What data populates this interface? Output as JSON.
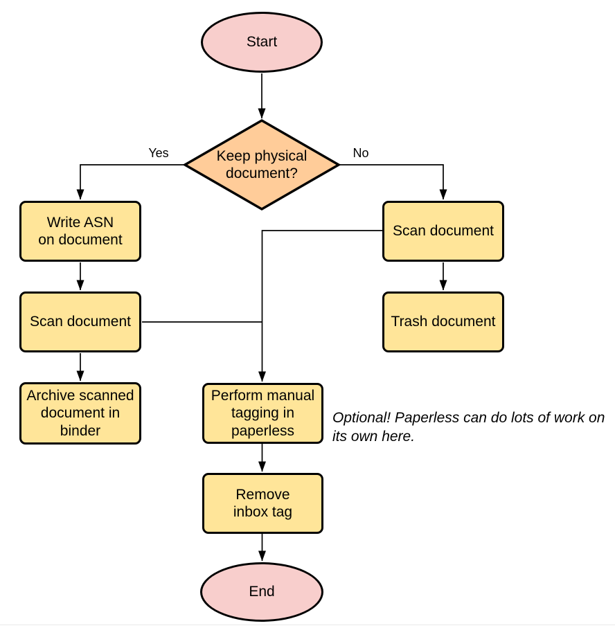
{
  "flowchart": {
    "nodes": {
      "start": {
        "label": "Start",
        "shape": "ellipse",
        "fill": "#f8cecc"
      },
      "decision": {
        "label": "Keep physical\ndocument?",
        "shape": "diamond",
        "fill": "#ffcc99"
      },
      "write_asn": {
        "label": "Write ASN\non document",
        "shape": "rect",
        "fill": "#ffe599"
      },
      "scan_left": {
        "label": "Scan document",
        "shape": "rect",
        "fill": "#ffe599"
      },
      "archive": {
        "label": "Archive scanned\ndocument in\nbinder",
        "shape": "rect",
        "fill": "#ffe599"
      },
      "scan_right": {
        "label": "Scan document",
        "shape": "rect",
        "fill": "#ffe599"
      },
      "trash": {
        "label": "Trash document",
        "shape": "rect",
        "fill": "#ffe599"
      },
      "tagging": {
        "label": "Perform manual\ntagging in\npaperless",
        "shape": "rect",
        "fill": "#ffe599"
      },
      "remove_inbox": {
        "label": "Remove\ninbox tag",
        "shape": "rect",
        "fill": "#ffe599"
      },
      "end": {
        "label": "End",
        "shape": "ellipse",
        "fill": "#f8cecc"
      }
    },
    "edge_labels": {
      "yes": "Yes",
      "no": "No"
    },
    "annotation": "Optional! Paperless can do lots of work on\nits own here.",
    "colors": {
      "background": "#ffffff",
      "node_border": "#000000",
      "edge_stroke": "#000000",
      "terminal_fill": "#f8cecc",
      "decision_fill": "#ffcc99",
      "process_fill": "#ffe599",
      "text": "#000000",
      "bottom_divider": "#e8e8e8"
    }
  }
}
